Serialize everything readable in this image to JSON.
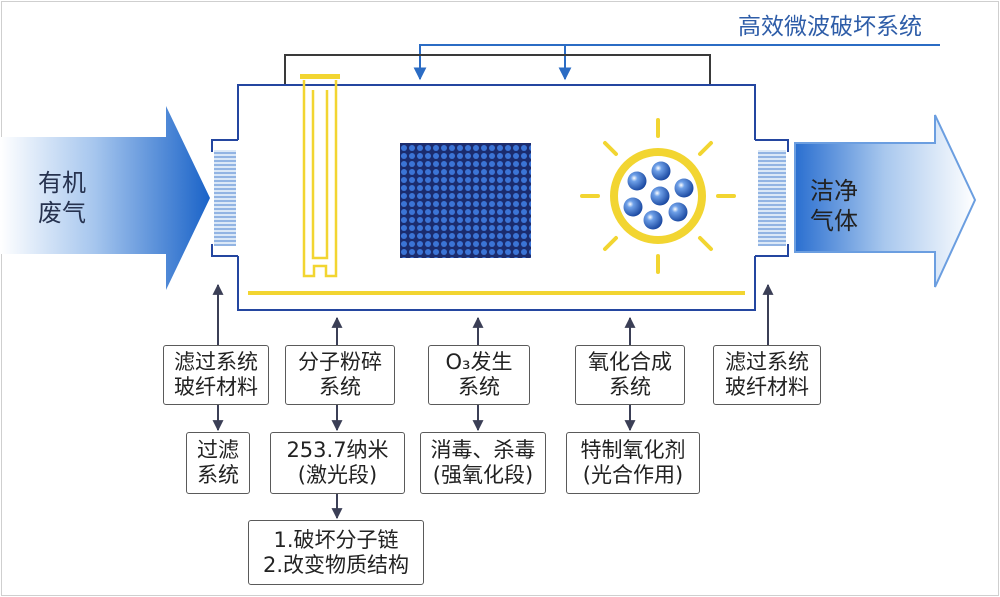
{
  "diagram": {
    "title": "高效微波破坏系统",
    "inlet": {
      "line1": "有机",
      "line2": "废气"
    },
    "outlet": {
      "line1": "洁净",
      "line2": "气体"
    },
    "components": [
      {
        "line1": "滤过系统",
        "line2": "玻纤材料"
      },
      {
        "line1": "分子粉碎",
        "line2": "系统"
      },
      {
        "line1": "O₃发生",
        "line2": "系统"
      },
      {
        "line1": "氧化合成",
        "line2": "系统"
      },
      {
        "line1": "滤过系统",
        "line2": "玻纤材料"
      }
    ],
    "functions": [
      {
        "line1": "过滤",
        "line2": "系统"
      },
      {
        "line1": "253.7纳米",
        "line2": "(激光段)"
      },
      {
        "line1": "消毒、杀毒",
        "line2": "(强氧化段)"
      },
      {
        "line1": "特制氧化剂",
        "line2": "(光合作用)"
      }
    ],
    "effects": {
      "line1": "1.破坏分子链",
      "line2": "2.改变物质结构"
    }
  },
  "colors": {
    "accent_blue": "#2b6cc4",
    "box_border": "#2446a0",
    "yellow": "#f2d531",
    "arrow_dark": "#3b3f56",
    "label_border": "#5a5a5a",
    "title_color": "#2e5da8",
    "text_dark": "#222222"
  }
}
